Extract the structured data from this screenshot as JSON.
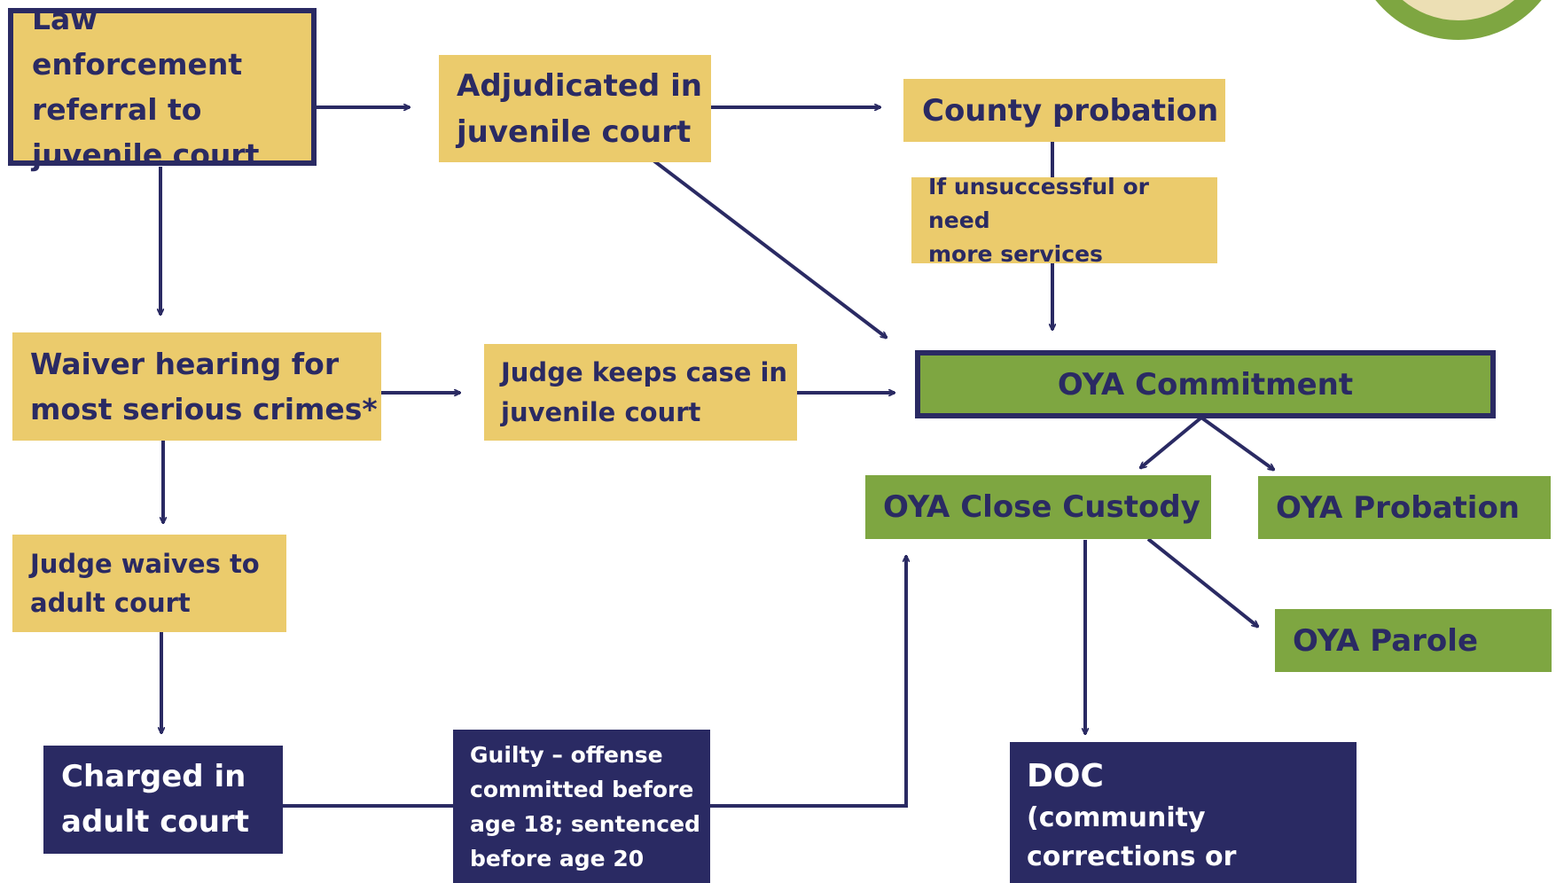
{
  "colors": {
    "yellow": "#ebcb6c",
    "green": "#7ea641",
    "navy": "#2a2a63",
    "arrow": "#2a2a63"
  },
  "nodes": {
    "law_enforcement": [
      "Law enforcement",
      "referral to",
      "juvenile court"
    ],
    "adjudicated": [
      "Adjudicated in",
      "juvenile court"
    ],
    "county_probation": [
      "County probation"
    ],
    "if_unsuccessful": [
      "If unsuccessful or need",
      "more services"
    ],
    "waiver_hearing": [
      "Waiver hearing for",
      "most serious crimes*"
    ],
    "judge_keeps": [
      "Judge keeps case in",
      "juvenile court"
    ],
    "oya_commitment": [
      "OYA Commitment"
    ],
    "oya_close_custody": [
      "OYA Close Custody"
    ],
    "oya_probation": [
      "OYA Probation"
    ],
    "oya_parole": [
      "OYA Parole"
    ],
    "judge_waives": [
      "Judge waives to",
      "adult court"
    ],
    "charged_adult": [
      "Charged in",
      "adult court"
    ],
    "guilty": [
      "Guilty – offense",
      "committed before",
      "age 18; sentenced",
      "before age 20"
    ],
    "doc": [
      "DOC",
      "(community",
      "corrections or facility)"
    ]
  }
}
